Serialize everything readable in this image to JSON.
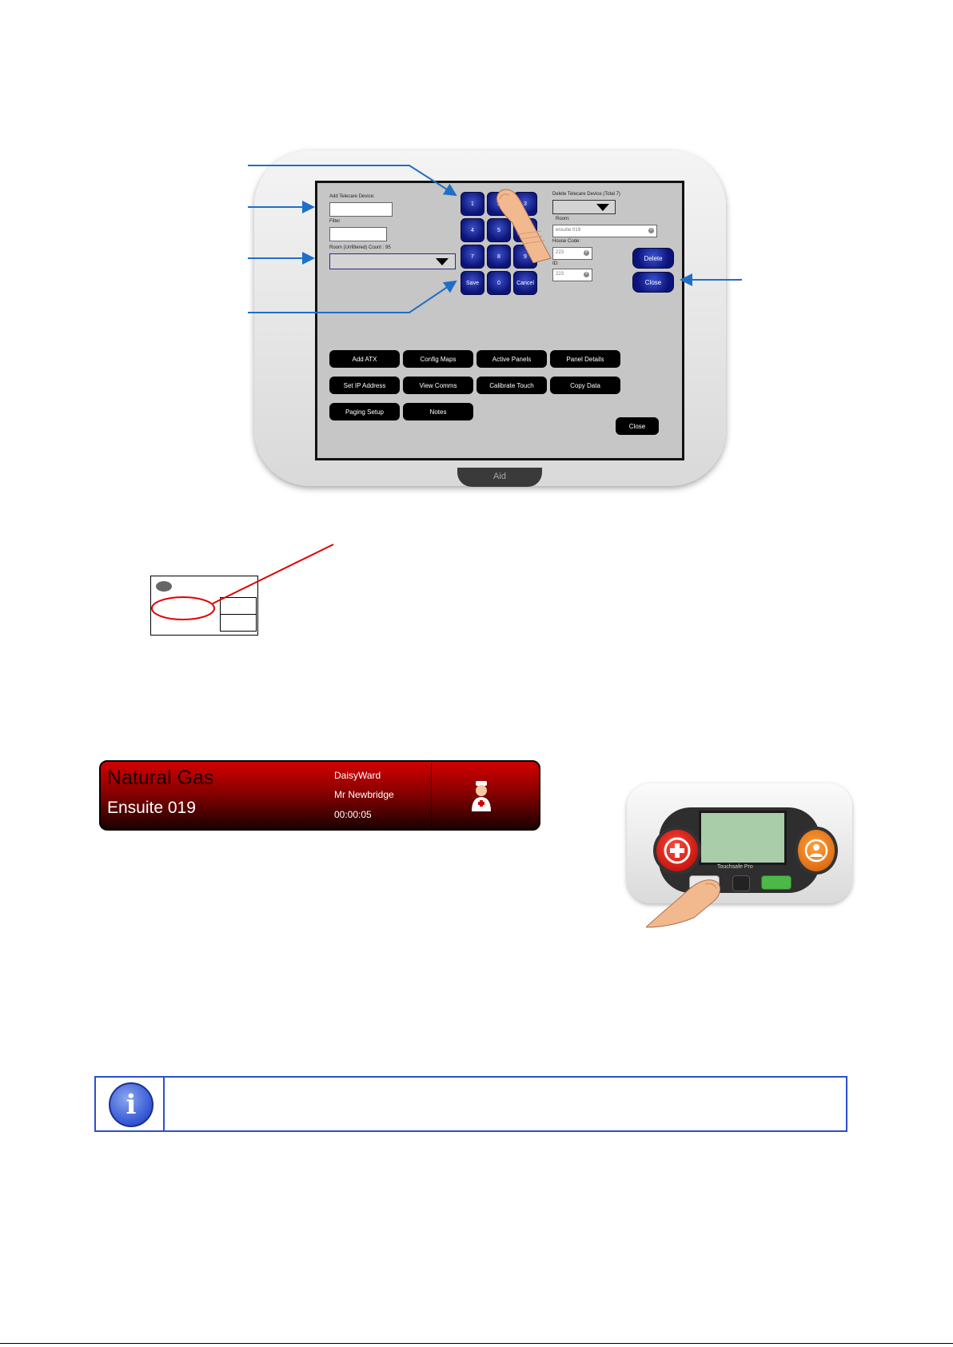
{
  "panel": {
    "add_device_label": "Add Telecare Device:",
    "filter_label": "Filter",
    "room_count_label": "Room (Unfiltered) Count : 95",
    "keypad": [
      "1",
      "2",
      "3",
      "4",
      "5",
      "6",
      "7",
      "8",
      "9",
      "Save",
      "0",
      "Cancel"
    ],
    "delete_device_label": "Delete Telecare Device (Total 7)",
    "room_label": "Room:",
    "room_value": "ensuite 019",
    "house_code_label": "House Code:",
    "house_code_value": "223",
    "id_label": "ID:",
    "id_value": "223",
    "delete_button": "Delete",
    "close_button_blue": "Close",
    "menu": [
      "Add ATX",
      "Config Maps",
      "Active Panels",
      "Panel Details",
      "Set IP Address",
      "View Comms",
      "Calibrate Touch",
      "Copy Data",
      "Paging Setup",
      "Notes"
    ],
    "close_button": "Close",
    "brand": "Aid"
  },
  "alarm": {
    "title": "Natural Gas",
    "location": "Ensuite 019",
    "ward": "DaisyWard",
    "resident": "Mr Newbridge",
    "timer": "00:00:05"
  },
  "pager": {
    "brand": "Touchsafe Pro"
  },
  "colors": {
    "arrow_blue": "#1f6fc8",
    "highlight_red": "#e00000",
    "note_border": "#2c4fd0"
  },
  "icons": {
    "note": "info-icon",
    "alarm": "nurse-icon"
  }
}
